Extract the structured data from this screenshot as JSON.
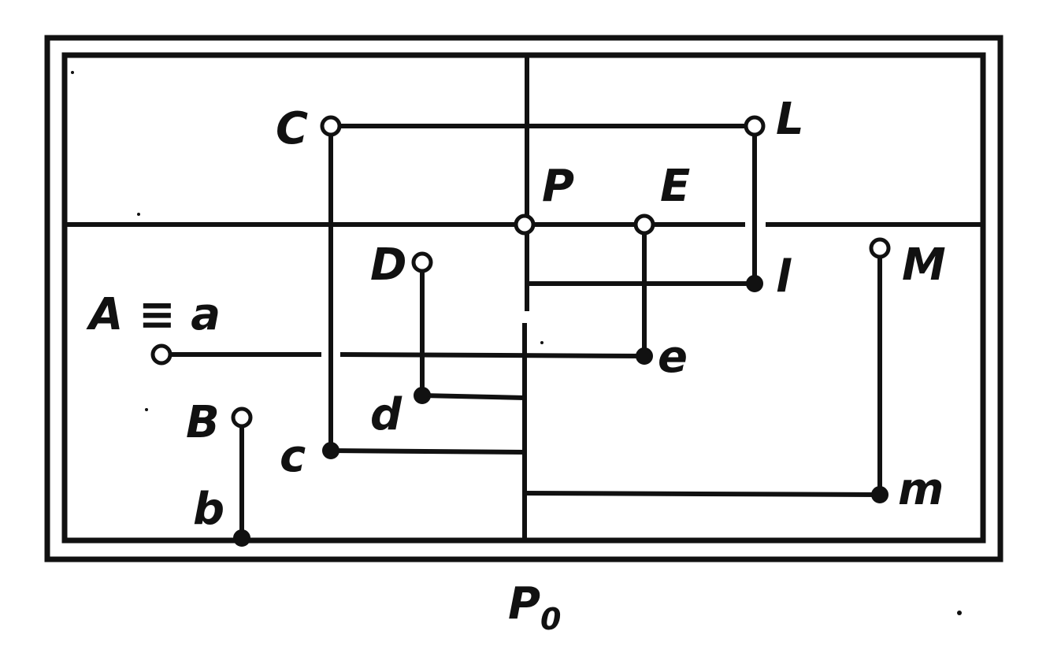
{
  "colors": {
    "ink": "#111111",
    "paper": "#ffffff"
  },
  "labels": {
    "C_upper": "C",
    "L_upper": "L",
    "P": "P",
    "E_upper": "E",
    "D_upper": "D",
    "l_lower": "l",
    "M_upper": "M",
    "A_eq_a": "A ≡ a",
    "e_lower": "e",
    "d_lower": "d",
    "B_upper": "B",
    "c_lower": "c",
    "m_lower": "m",
    "b_lower": "b",
    "P_base": "P",
    "P_sub": "0"
  }
}
